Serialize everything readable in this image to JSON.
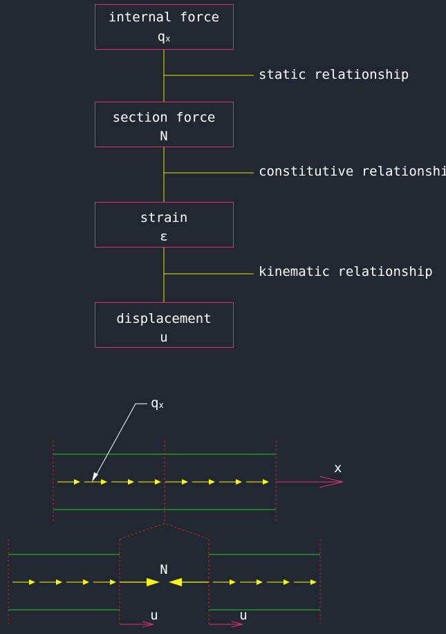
{
  "flow": {
    "boxes": [
      {
        "title": "internal force",
        "symbol": "q",
        "subscript": "x"
      },
      {
        "title": "section force",
        "symbol": "N",
        "subscript": ""
      },
      {
        "title": "strain",
        "symbol": "ε",
        "subscript": ""
      },
      {
        "title": "displacement",
        "symbol": "u",
        "subscript": ""
      }
    ],
    "relationships": [
      "static relationship",
      "constitutive relationship",
      "kinematic relationship"
    ]
  },
  "bar": {
    "load_label": "q",
    "load_sub": "x",
    "axis_label": "x"
  },
  "cut": {
    "force_label": "N",
    "disp_left": "u",
    "disp_right": "u"
  },
  "colors": {
    "background": "#222831",
    "box_border": "#e0306e",
    "connector": "#e6e600",
    "bar_edge": "#22cc22",
    "load_arrow": "#ffff00",
    "axis": "#e0306e",
    "section_cut": "#e02020",
    "leader": "#ffffff"
  }
}
